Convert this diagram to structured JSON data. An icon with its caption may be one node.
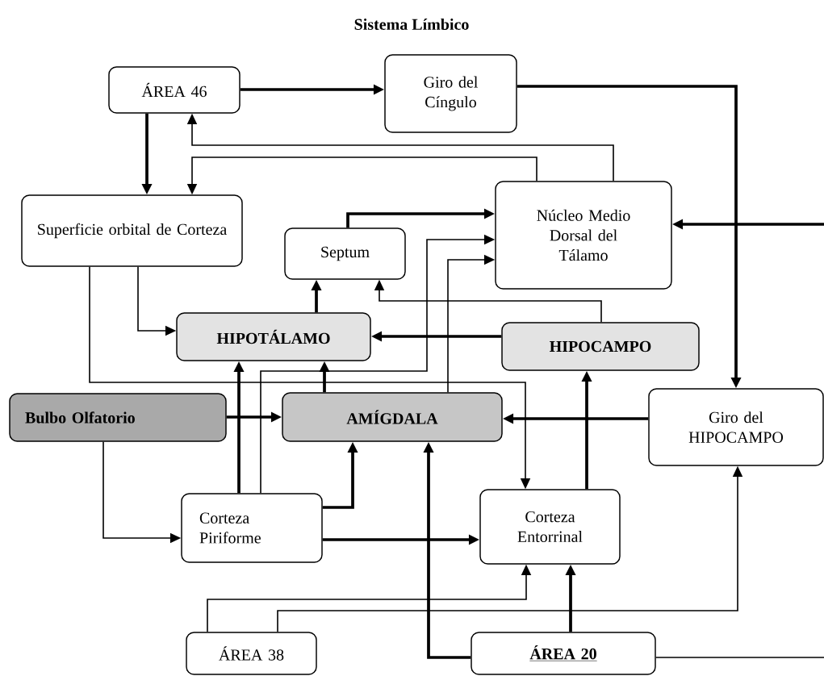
{
  "diagram": {
    "title": "Sistema Límbico",
    "nodes": [
      {
        "text": [
          "ÁREA 46"
        ]
      },
      {
        "text": [
          "Giro del Cíngulo"
        ]
      },
      {
        "text": [
          "Superficie orbital de Corteza"
        ]
      },
      {
        "text": [
          "Núcleo Medio Dorsal del Tálamo"
        ]
      },
      {
        "text": [
          "Septum"
        ]
      },
      {
        "text": [
          "HIPOTÁLAMO"
        ]
      },
      {
        "text": [
          "HIPOCAMPO"
        ]
      },
      {
        "text": [
          "Bulbo Olfatorio"
        ]
      },
      {
        "text": [
          "AMÍGDALA"
        ]
      },
      {
        "text": [
          "Giro del HIPOCAMPO"
        ]
      },
      {
        "text": [
          "Corteza Piriforme"
        ]
      },
      {
        "text": [
          "Corteza Entorrinal"
        ]
      },
      {
        "text": [
          "ÁREA 38"
        ]
      },
      {
        "text": [
          "ÁREA 20"
        ]
      }
    ],
    "edges": [
      {
        "from": 0,
        "to": 1,
        "arrow": "to"
      },
      {
        "from": 0,
        "to": 2,
        "arrow": "to"
      },
      {
        "from": 3,
        "to": 0,
        "arrow": "to"
      },
      {
        "from": 3,
        "to": 2,
        "arrow": "to"
      },
      {
        "from": 1,
        "to": 9,
        "arrow": "to"
      },
      {
        "from": null,
        "to": 3,
        "arrow": "to"
      },
      {
        "from": 4,
        "to": 3,
        "arrow": "to"
      },
      {
        "from": 10,
        "to": 3,
        "arrow": "to"
      },
      {
        "from": 8,
        "to": 3,
        "arrow": "to"
      },
      {
        "from": 6,
        "to": 4,
        "arrow": "to"
      },
      {
        "from": 5,
        "to": 4,
        "arrow": "to"
      },
      {
        "from": 2,
        "to": 5,
        "arrow": "to"
      },
      {
        "from": 2,
        "to": 11,
        "arrow": "to"
      },
      {
        "from": 6,
        "to": 5,
        "arrow": "to"
      },
      {
        "from": 10,
        "to": 5,
        "arrow": "to"
      },
      {
        "from": 8,
        "to": 5,
        "arrow": "to"
      },
      {
        "from": 7,
        "to": 8,
        "arrow": "to"
      },
      {
        "from": 7,
        "to": 10,
        "arrow": "to"
      },
      {
        "from": 10,
        "to": 8,
        "arrow": "to"
      },
      {
        "from": 9,
        "to": 8,
        "arrow": "to"
      },
      {
        "from": 11,
        "to": 6,
        "arrow": "to"
      },
      {
        "from": 10,
        "to": 11,
        "arrow": "to"
      },
      {
        "from": 13,
        "to": 8,
        "arrow": "to"
      },
      {
        "from": 12,
        "to": 11,
        "arrow": "to"
      },
      {
        "from": 12,
        "to": 9,
        "arrow": "to"
      },
      {
        "from": 13,
        "to": 11,
        "arrow": "to"
      },
      {
        "from": 13,
        "to": null,
        "arrow": "none"
      }
    ]
  }
}
